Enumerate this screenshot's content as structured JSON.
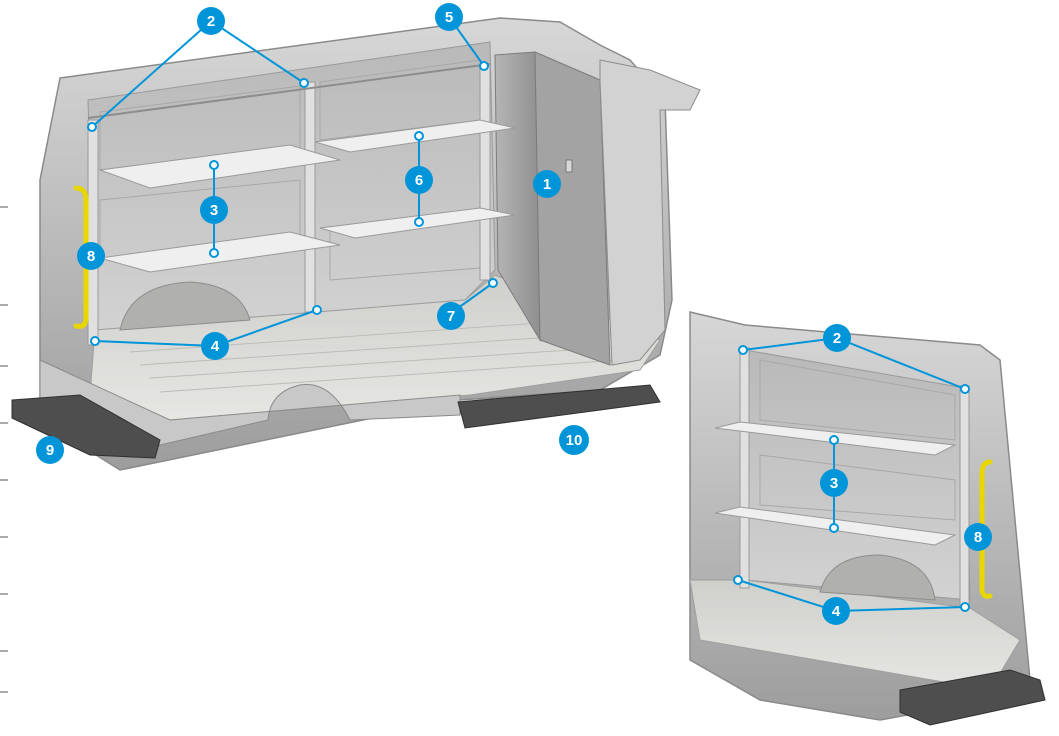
{
  "colors": {
    "callout": "#0095d9",
    "leader": "#0095d9",
    "shelf": "#ececec",
    "frame": "#d5d5d5",
    "wall": "#c4c4c4",
    "floor": "#d9d9d6",
    "body": "#bdbdbd",
    "step": "#505050",
    "grab_handle": "#e8d600",
    "partition": "#a9a9a9"
  },
  "callouts": [
    {
      "id": "c2a",
      "label": "2"
    },
    {
      "id": "c5",
      "label": "5"
    },
    {
      "id": "c1",
      "label": "1"
    },
    {
      "id": "c3a",
      "label": "3"
    },
    {
      "id": "c6",
      "label": "6"
    },
    {
      "id": "c8a",
      "label": "8"
    },
    {
      "id": "c7",
      "label": "7"
    },
    {
      "id": "c4a",
      "label": "4"
    },
    {
      "id": "c9",
      "label": "9"
    },
    {
      "id": "c10",
      "label": "10"
    },
    {
      "id": "c2b",
      "label": "2"
    },
    {
      "id": "c3b",
      "label": "3"
    },
    {
      "id": "c8b",
      "label": "8"
    },
    {
      "id": "c4b",
      "label": "4"
    }
  ]
}
